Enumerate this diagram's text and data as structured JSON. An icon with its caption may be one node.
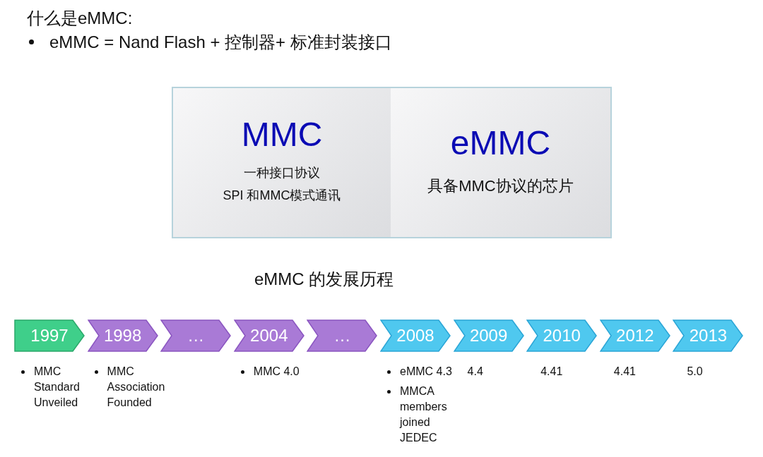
{
  "diagram": {
    "title": "什么是eMMC:",
    "nodes": [
      {
        "text": [
          "MMC",
          "一种接口协议",
          "SPI 和MMC模式通讯"
        ]
      },
      {
        "text": [
          "eMMC",
          "具备MMC协议的芯片"
        ]
      },
      {
        "text": [
          "1997"
        ],
        "beside": [
          "MMC Standard Unveiled"
        ]
      },
      {
        "text": [
          "1998"
        ],
        "beside": [
          "MMC Association Founded"
        ]
      },
      {
        "text": [
          "…"
        ]
      },
      {
        "text": [
          "2004"
        ],
        "beside": [
          "MMC 4.0"
        ]
      },
      {
        "text": [
          "…"
        ]
      },
      {
        "text": [
          "2008"
        ],
        "beside": [
          "eMMC 4.3",
          "MMCA members joined JEDEC"
        ]
      },
      {
        "text": [
          "2009"
        ],
        "beside": [
          "4.4"
        ]
      },
      {
        "text": [
          "2010"
        ],
        "beside": [
          "4.41"
        ]
      },
      {
        "text": [
          "2012"
        ],
        "beside": [
          "4.41"
        ]
      },
      {
        "text": [
          "2013"
        ],
        "beside": [
          "5.0"
        ]
      }
    ],
    "labels": [
      "eMMC = Nand Flash + 控制器+ 标准封装接口",
      "eMMC 的发展历程"
    ]
  }
}
